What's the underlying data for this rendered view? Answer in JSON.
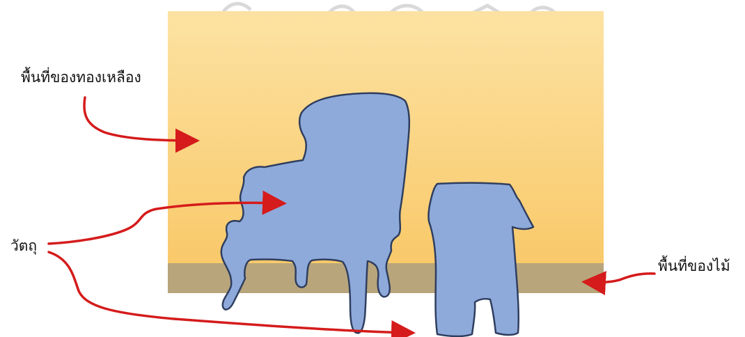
{
  "labels": {
    "brass_area": "พื้นที่ของทองเหลือง",
    "object": "วัตถุ",
    "wood_area": "พื้นที่ของไม้"
  },
  "colors": {
    "brass_top": "#fce2a2",
    "brass_bottom": "#f9c96a",
    "wood": "#b8a57b",
    "object_fill": "#8eaadb",
    "object_stroke": "#2f3e5f",
    "arrow": "#d51b1b",
    "background": "#ffffff"
  }
}
